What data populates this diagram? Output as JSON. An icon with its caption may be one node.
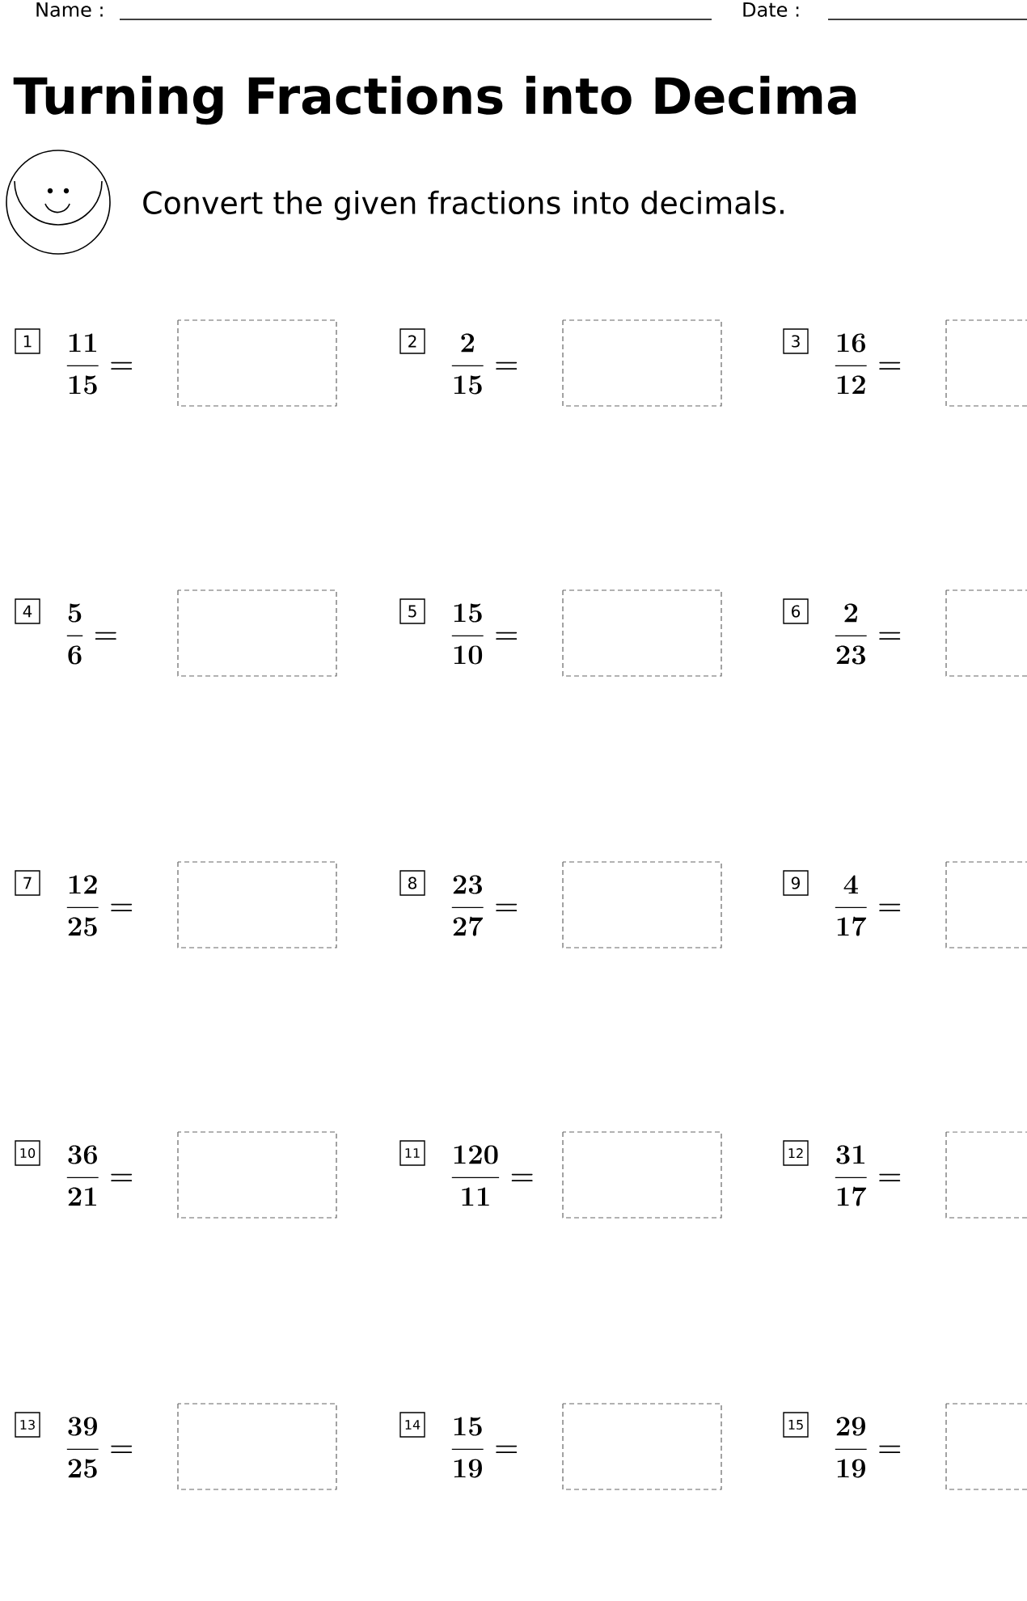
{
  "diagram": {
    "title": "Turning Fractions into Decima",
    "labels": [
      "Name :",
      "Date :",
      "Convert the given fractions into decimals.",
      "1",
      "\\frac{11}{15} =",
      "2",
      "\\frac{2}{15} =",
      "3",
      "\\frac{16}{12} =",
      "4",
      "\\frac{5}{6} =",
      "5",
      "\\frac{15}{10} =",
      "6",
      "\\frac{2}{23} =",
      "7",
      "\\frac{12}{25} =",
      "8",
      "\\frac{23}{27} =",
      "9",
      "\\frac{4}{17} =",
      "10",
      "\\frac{36}{21} =",
      "11",
      "\\frac{120}{11} =",
      "12",
      "\\frac{31}{17} =",
      "13",
      "\\frac{39}{25} =",
      "14",
      "\\frac{15}{19} =",
      "15",
      "\\frac{29}{19} ="
    ]
  }
}
